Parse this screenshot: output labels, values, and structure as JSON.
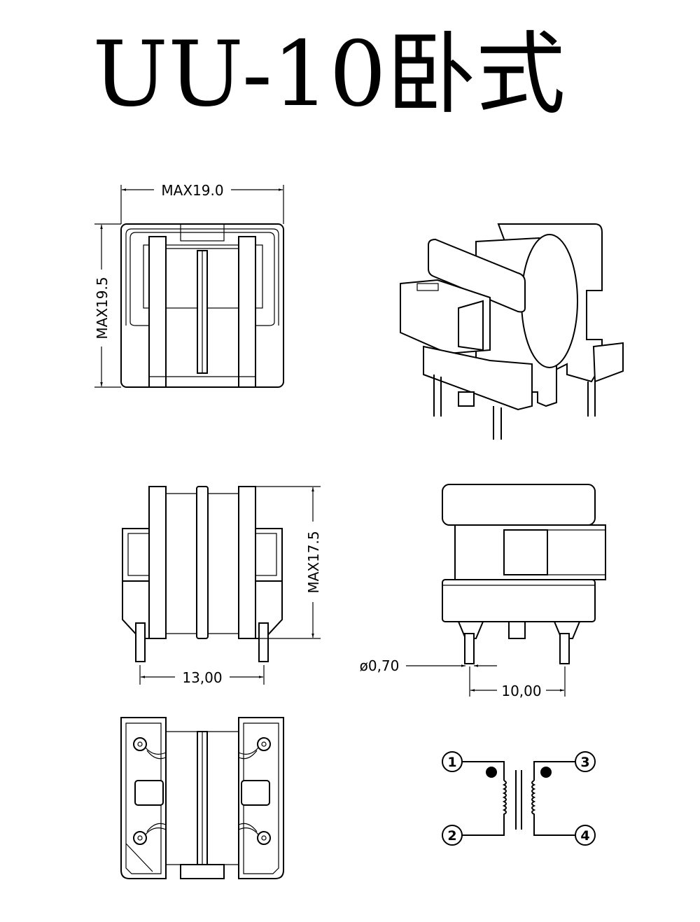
{
  "title": "UU-10卧式",
  "dimensions": {
    "width_max": "MAX19.0",
    "height_max": "MAX19.5",
    "side_height_max": "MAX17.5",
    "pin_row_spacing": "13,00",
    "pin_diameter": "ø0,70",
    "pin_spacing": "10,00"
  },
  "schematic": {
    "pins": [
      "1",
      "2",
      "3",
      "4"
    ]
  }
}
